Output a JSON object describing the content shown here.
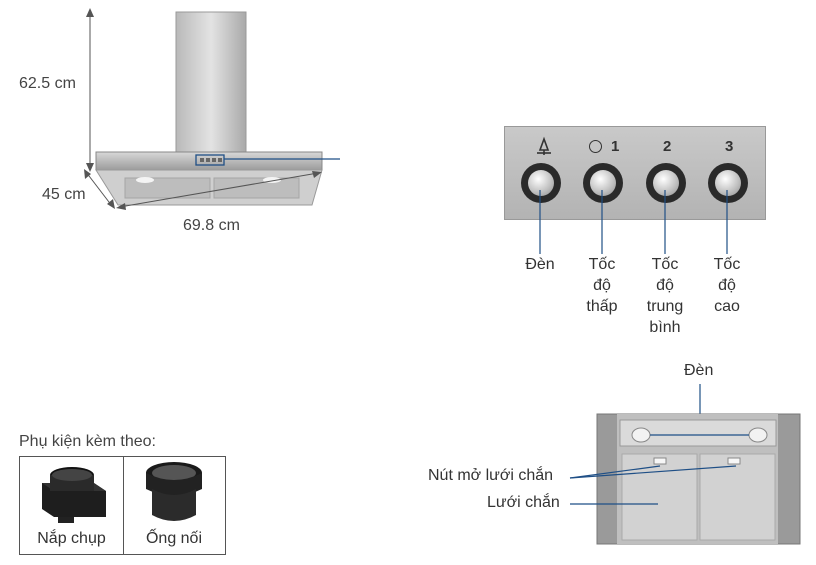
{
  "dimensions": {
    "height": "62.5 cm",
    "depth": "45 cm",
    "width": "69.8 cm"
  },
  "controls": {
    "symbols": {
      "light_icon": "light-bulb-icon",
      "off_icon": "circle-icon",
      "speed1": "1",
      "speed2": "2",
      "speed3": "3"
    },
    "labels": {
      "light": "Đèn",
      "low": [
        "Tốc",
        "độ",
        "thấp"
      ],
      "medium": [
        "Tốc",
        "độ",
        "trung",
        "bình"
      ],
      "high": [
        "Tốc",
        "độ",
        "cao"
      ]
    }
  },
  "accessories": {
    "title": "Phụ kiện kèm theo:",
    "items": [
      {
        "name": "Nắp chụp"
      },
      {
        "name": "Ống nối"
      }
    ]
  },
  "underside": {
    "light_label": "Đèn",
    "filter_button_label": "Nút mở lưới chắn",
    "filter_label": "Lưới chắn"
  }
}
